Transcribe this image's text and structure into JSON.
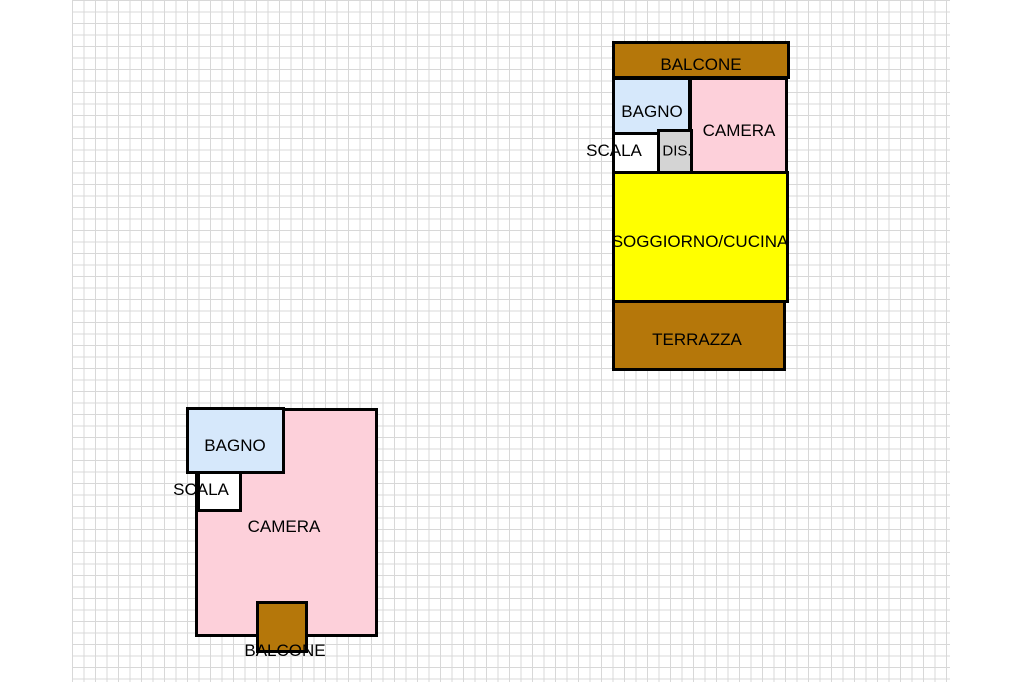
{
  "colors": {
    "balcony": "#b5770a",
    "bathroom": "#d6e8fb",
    "bedroom": "#fdd0da",
    "stairs": "#ffffff",
    "hall": "#d4d4d4",
    "living": "#ffff00"
  },
  "upper_plan": {
    "balcone": "BALCONE",
    "bagno": "BAGNO",
    "camera": "CAMERA",
    "scala": "SCALA",
    "dis": "DIS.",
    "soggiorno": "SOGGIORNO/CUCINA",
    "terrazza": "TERRAZZA"
  },
  "lower_plan": {
    "bagno": "BAGNO",
    "scala": "SCALA",
    "camera": "CAMERA",
    "balcone": "BALCONE"
  }
}
